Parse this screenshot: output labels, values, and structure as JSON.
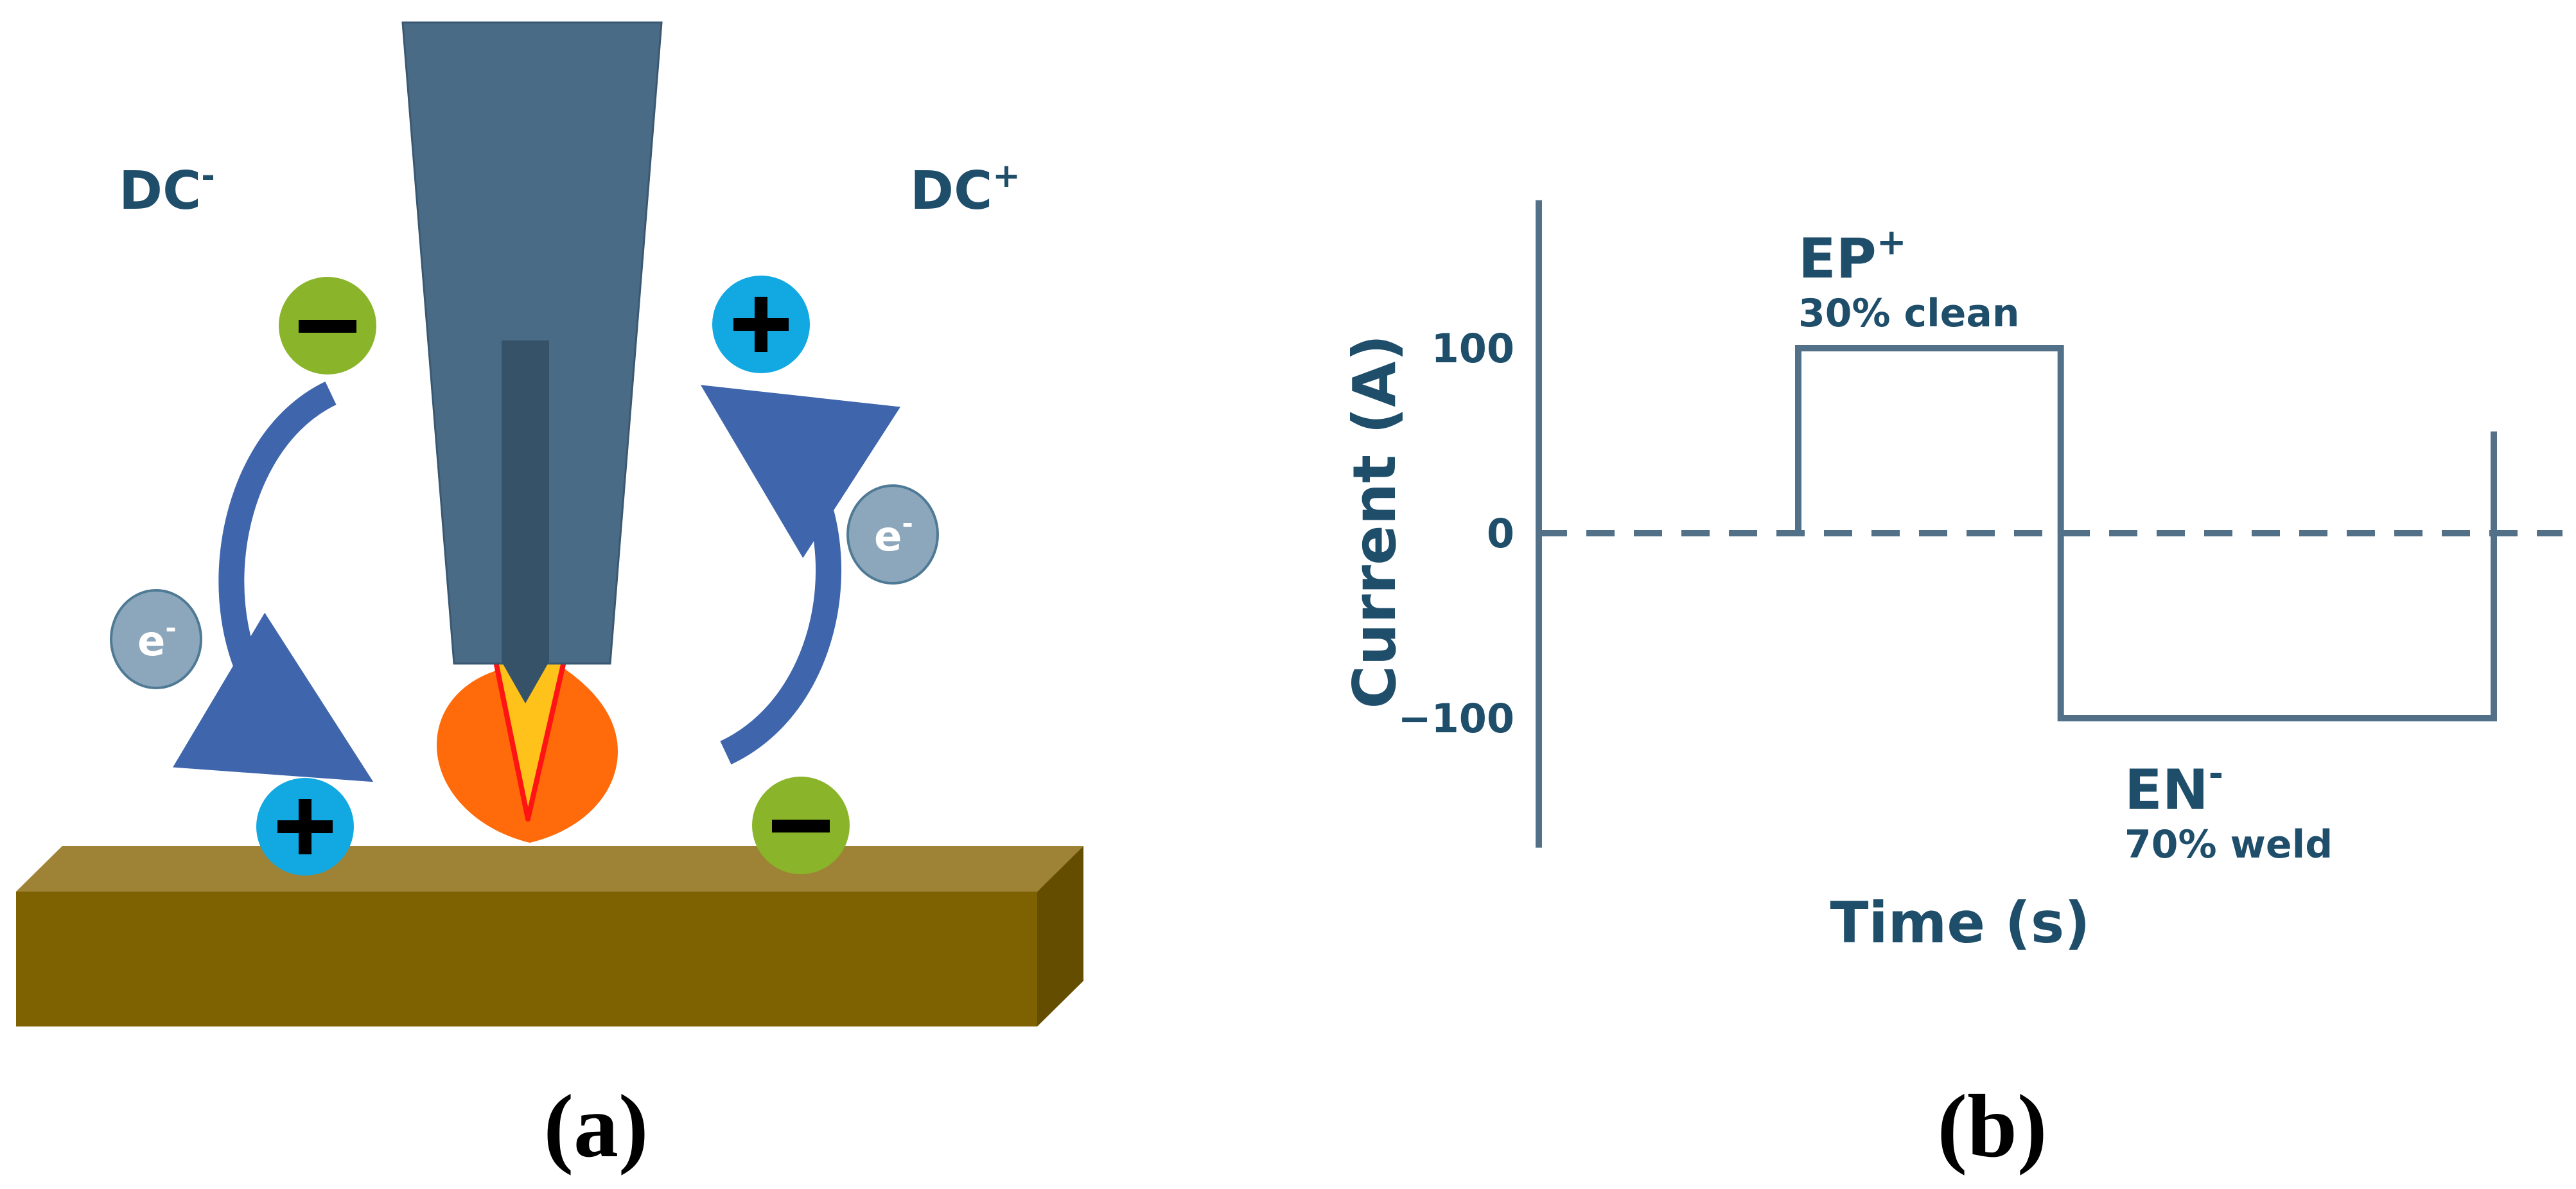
{
  "colors": {
    "text_dark": "#1f4e6b",
    "torch": "#4a6b85",
    "electrode": "#365268",
    "arc_orange": "#ff6a0a",
    "arc_yellow": "#ffc21a",
    "arc_red": "#ff1414",
    "plate_top": "#9e8236",
    "plate_front": "#7e6100",
    "plate_side": "#654d00",
    "green_ion": "#8ab429",
    "blue_ion": "#12a8e2",
    "electron": "#8ca7bb",
    "arrow": "#3f65ac",
    "axis": "#527088"
  },
  "panel_a": {
    "label": "(a)",
    "dc_minus_label": {
      "base": "DC",
      "sup": "-"
    },
    "dc_plus_label": {
      "base": "DC",
      "sup": "+"
    },
    "minus_symbol": "−",
    "plus_symbol": "+",
    "electron_label": {
      "base": "e",
      "sup": "-"
    }
  },
  "panel_b": {
    "label": "(b)",
    "chart_data": {
      "type": "line",
      "xlabel": "Time (s)",
      "ylabel": "Current (A)",
      "yticks": [
        "100",
        "0",
        "−100"
      ],
      "ylim": [
        -170,
        180
      ],
      "zero_line_style": "dashed",
      "series": [
        {
          "waveform": "square",
          "x": [
            0.0,
            0.0,
            1.0,
            1.0,
            2.65,
            2.65
          ],
          "y": [
            0,
            100,
            100,
            -100,
            -100,
            55
          ]
        }
      ],
      "annotations": [
        {
          "id": "ep",
          "title": {
            "base": "EP",
            "sup": "+"
          },
          "text": "30% clean"
        },
        {
          "id": "en",
          "title": {
            "base": "EN",
            "sup": "-"
          },
          "text": "70% weld"
        }
      ]
    }
  }
}
